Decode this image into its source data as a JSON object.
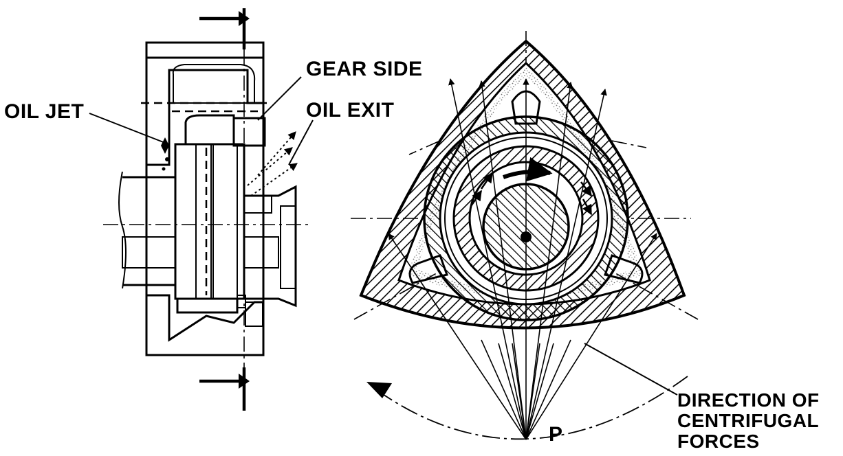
{
  "labels": {
    "oil_jet": "OIL JET",
    "gear_side": "GEAR SIDE",
    "oil_exit": "OIL EXIT",
    "direction_line1": "DIRECTION OF",
    "direction_line2": "CENTRIFUGAL",
    "direction_line3": "FORCES",
    "point_p": "P"
  },
  "colors": {
    "ink": "#000000",
    "paper": "#ffffff"
  }
}
